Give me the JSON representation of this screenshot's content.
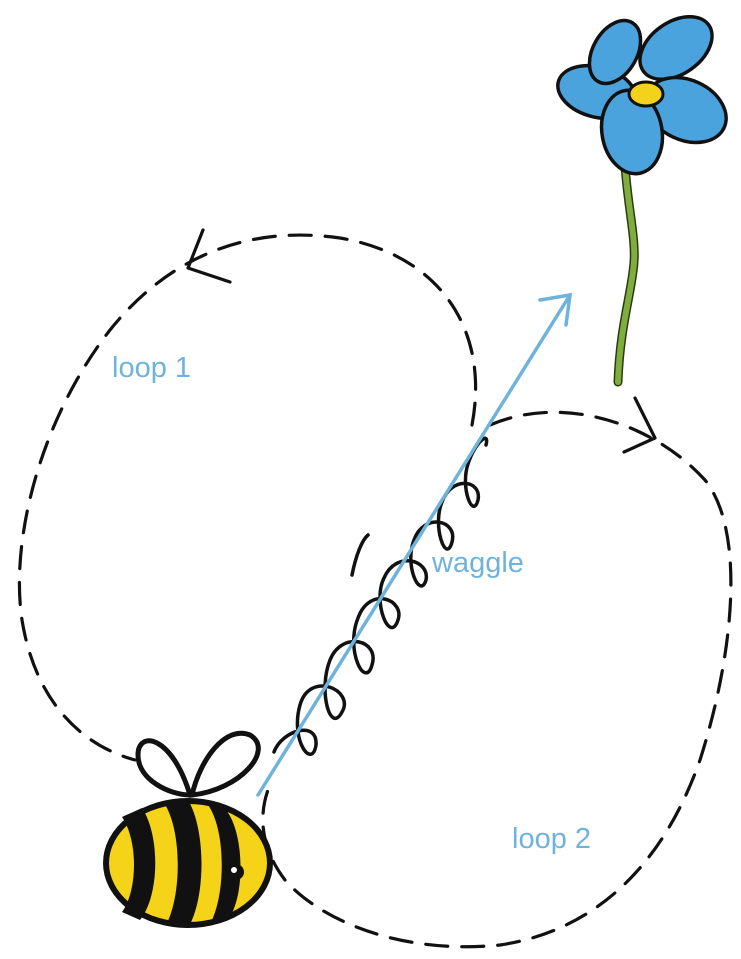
{
  "labels": {
    "loop1": "loop 1",
    "waggle": "waggle",
    "loop2": "loop 2"
  },
  "colors": {
    "label": "#6fb3dc",
    "arrow": "#6fb3dc",
    "path": "#222222",
    "petal": "#4aa3dc",
    "flower_center": "#f2d21b",
    "stem": "#7fae3e",
    "bee_body": "#f4d318",
    "bee_stripe": "#111111"
  },
  "icons": {
    "bee": "bee-icon",
    "flower": "flower-icon"
  }
}
